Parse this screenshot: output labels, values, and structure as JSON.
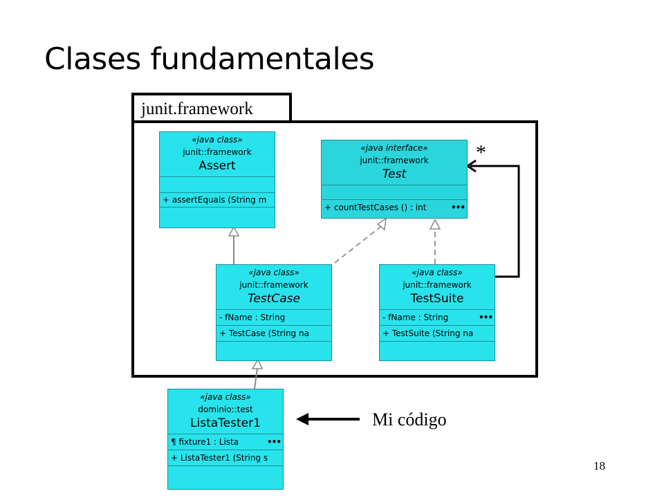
{
  "slide": {
    "title": "Clases fundamentales",
    "page_number": "18"
  },
  "package": {
    "name": "junit.framework"
  },
  "multiplicity": "*",
  "annotation": {
    "label": "Mi código"
  },
  "classes": {
    "assert": {
      "stereotype": "«java class»",
      "pkg": "junit::framework",
      "name": "Assert",
      "attrs": "",
      "ops": "+ assertEquals (String m"
    },
    "test": {
      "stereotype": "«java interface»",
      "pkg": "junit::framework",
      "name": "Test",
      "attrs": "",
      "ops": "+ countTestCases () : int"
    },
    "testcase": {
      "stereotype": "«java class»",
      "pkg": "junit::framework",
      "name": "TestCase",
      "attrs": "- fName  : String",
      "ops": "+ TestCase (String na"
    },
    "testsuite": {
      "stereotype": "«java class»",
      "pkg": "junit::framework",
      "name": "TestSuite",
      "attrs": "- fName  : String",
      "ops": "+ TestSuite (String na"
    },
    "listatester": {
      "stereotype": "«java class»",
      "pkg": "dominio::test",
      "name": "ListaTester1",
      "attrs": "¶ fixture1  : Lista",
      "ops": "+ ListaTester1 (String s"
    }
  },
  "colors": {
    "class_fill": "#29e3ec",
    "interface_fill": "#2bd5dc",
    "border": "#000000"
  }
}
